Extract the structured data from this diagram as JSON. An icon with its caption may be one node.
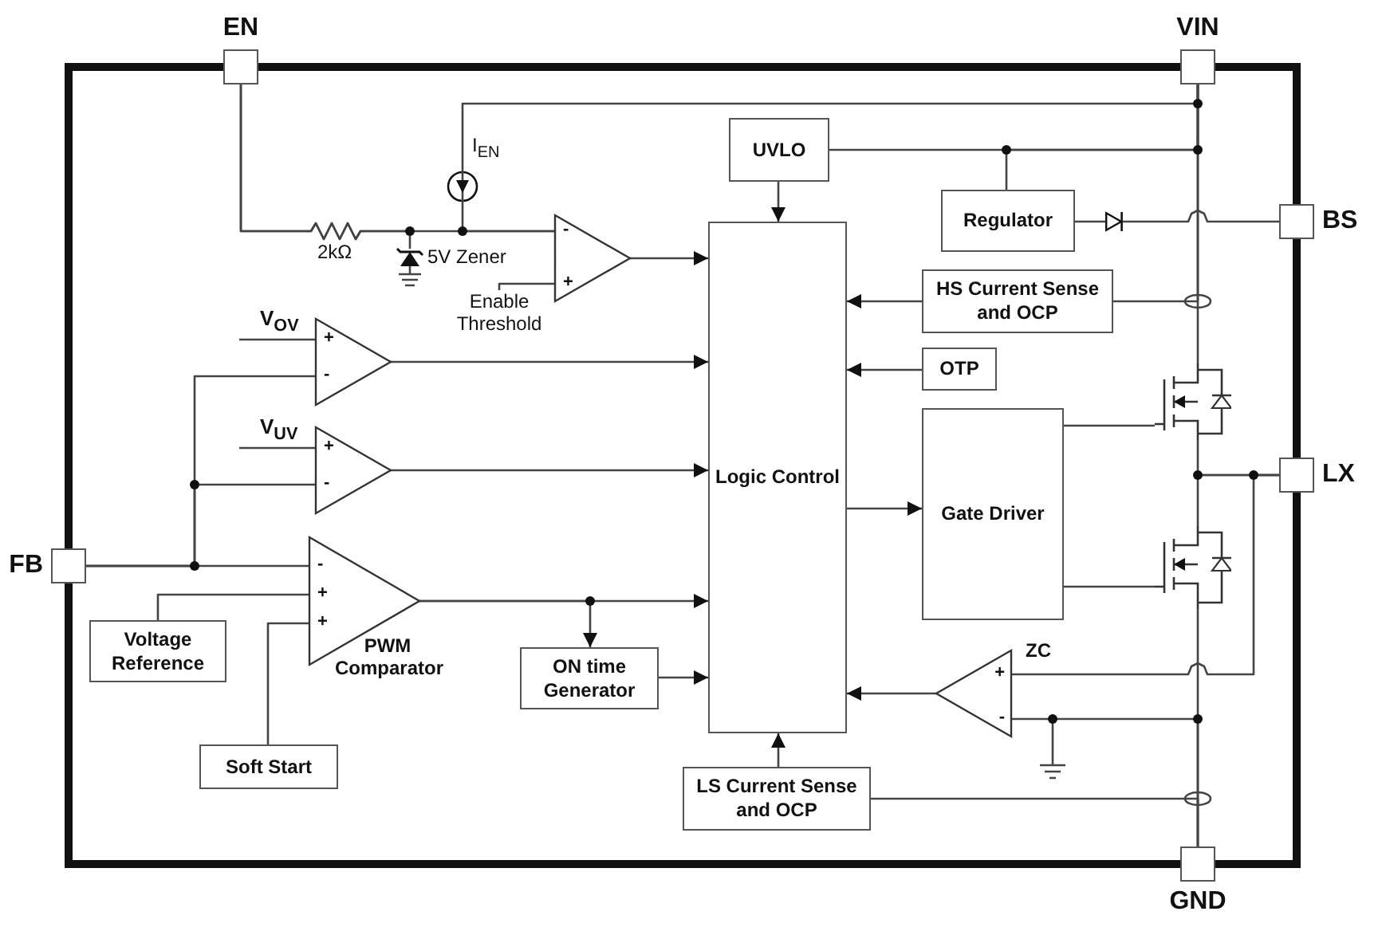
{
  "diagram": {
    "nodes": [
      {
        "text": [
          "EN"
        ]
      },
      {
        "text": [
          "VIN"
        ]
      },
      {
        "text": [
          "BS"
        ]
      },
      {
        "text": [
          "LX"
        ]
      },
      {
        "text": [
          "FB"
        ]
      },
      {
        "text": [
          "GND"
        ]
      },
      {
        "text": [
          "UVLO"
        ]
      },
      {
        "text": [
          "Regulator"
        ]
      },
      {
        "text": [
          "HS Current Sense and OCP"
        ]
      },
      {
        "text": [
          "OTP"
        ]
      },
      {
        "text": [
          "Logic Control"
        ]
      },
      {
        "text": [
          "Gate Driver"
        ]
      },
      {
        "text": [
          "Voltage Reference"
        ]
      },
      {
        "text": [
          "Soft Start"
        ]
      },
      {
        "text": [
          "ON time Generator"
        ]
      },
      {
        "text": [
          "LS Current Sense and OCP"
        ]
      },
      {
        "text": [
          "-",
          "+"
        ]
      },
      {
        "text": [
          "+",
          "-"
        ]
      },
      {
        "text": [
          "+",
          "-"
        ]
      },
      {
        "text": [
          "-",
          "+",
          "+"
        ],
        "beside": [
          "PWM Comparator"
        ]
      },
      {
        "text": [
          "+",
          "-"
        ],
        "beside": [
          "ZC"
        ]
      },
      {
        "text": [],
        "shape": "transistor"
      },
      {
        "text": [],
        "shape": "transistor"
      },
      {
        "text": [],
        "shape": "diode",
        "beside": [
          "5V Zener"
        ]
      },
      {
        "text": [
          "V$_{OV}$"
        ]
      },
      {
        "text": [
          "V$_{UV}$"
        ]
      },
      {
        "text": [
          "Enable Threshold"
        ]
      },
      {
        "text": [],
        "shape": "diode"
      }
    ],
    "edges": [
      {
        "from": 0,
        "to": 16,
        "arrow": "none"
      },
      {
        "from": 1,
        "to": 16,
        "arrow": "to"
      },
      {
        "from": 1,
        "to": 6,
        "arrow": "none"
      },
      {
        "from": 1,
        "to": 7,
        "arrow": "none"
      },
      {
        "from": 1,
        "to": 21,
        "arrow": "none"
      },
      {
        "from": 7,
        "to": 27,
        "arrow": "none"
      },
      {
        "from": 6,
        "to": 10,
        "arrow": "to"
      },
      {
        "from": 16,
        "to": 10,
        "arrow": "to"
      },
      {
        "from": 8,
        "to": 1,
        "arrow": "none"
      },
      {
        "from": 8,
        "to": 10,
        "arrow": "to"
      },
      {
        "from": 9,
        "to": 10,
        "arrow": "to"
      },
      {
        "from": 4,
        "to": 17,
        "arrow": "none"
      },
      {
        "from": 4,
        "to": 18,
        "arrow": "none"
      },
      {
        "from": 4,
        "to": 19,
        "arrow": "none"
      },
      {
        "from": 17,
        "to": 10,
        "arrow": "to"
      },
      {
        "from": 18,
        "to": 10,
        "arrow": "to"
      },
      {
        "from": 12,
        "to": 19,
        "arrow": "none"
      },
      {
        "from": 13,
        "to": 19,
        "arrow": "none"
      },
      {
        "from": 19,
        "to": 10,
        "arrow": "to"
      },
      {
        "from": 19,
        "to": 14,
        "arrow": "to"
      },
      {
        "from": 14,
        "to": 10,
        "arrow": "to"
      },
      {
        "from": 10,
        "to": 11,
        "arrow": "to"
      },
      {
        "from": 11,
        "to": 21,
        "arrow": "none"
      },
      {
        "from": 11,
        "to": 22,
        "arrow": "none"
      },
      {
        "from": 21,
        "to": 3,
        "arrow": "none"
      },
      {
        "from": 22,
        "to": 3,
        "arrow": "none"
      },
      {
        "from": 22,
        "to": 5,
        "arrow": "none"
      },
      {
        "from": 3,
        "to": 20,
        "arrow": "none"
      },
      {
        "from": 20,
        "to": 10,
        "arrow": "to"
      },
      {
        "from": 5,
        "to": 20,
        "arrow": "none"
      },
      {
        "from": 15,
        "to": 5,
        "arrow": "none"
      },
      {
        "from": 15,
        "to": 10,
        "arrow": "to"
      },
      {
        "from": 0,
        "to": 23,
        "arrow": "none"
      },
      {
        "from": 24,
        "to": 17,
        "arrow": "none"
      },
      {
        "from": 25,
        "to": 18,
        "arrow": "none"
      },
      {
        "from": 26,
        "to": 16,
        "arrow": "none"
      },
      {
        "from": 27,
        "to": 2,
        "arrow": "none"
      }
    ],
    "labels": [
      "I$_{EN}$",
      "2kΩ"
    ]
  }
}
